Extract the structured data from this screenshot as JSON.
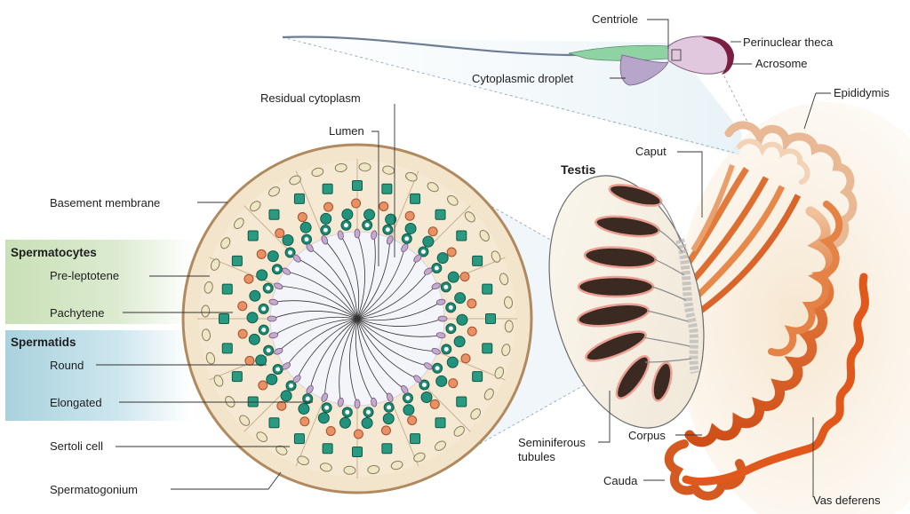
{
  "labels": {
    "centriole": "Centriole",
    "perinuclear_theca": "Perinuclear theca",
    "acrosome": "Acrosome",
    "cytoplasmic_droplet": "Cytoplasmic droplet",
    "epididymis": "Epididymis",
    "residual_cytoplasm": "Residual cytoplasm",
    "lumen": "Lumen",
    "caput": "Caput",
    "testis": "Testis",
    "basement_membrane": "Basement membrane",
    "pre_leptotene": "Pre-leptotene",
    "pachytene": "Pachytene",
    "round": "Round",
    "elongated": "Elongated",
    "sertoli_cell": "Sertoli cell",
    "spermatogonium": "Spermatogonium",
    "seminiferous_line1": "Seminiferous",
    "seminiferous_line2": "tubules",
    "corpus": "Corpus",
    "cauda": "Cauda",
    "vas_deferens": "Vas deferens"
  },
  "groups": {
    "spermatocytes": "Spermatocytes",
    "spermatids": "Spermatids"
  },
  "colors": {
    "spermatocyte_band": "#cfe3c0",
    "spermatid_band": "#bcdce6",
    "epididymis_orange": "#d9652a",
    "tubule_outline": "#e8a59a",
    "ring_tan": "#f2e2c6",
    "cell_teal": "#1f8a77",
    "sertoli_orange": "#e58a5e",
    "lumen_white": "#f4f5fa",
    "sperm_lilac": "#c6a9cf"
  }
}
